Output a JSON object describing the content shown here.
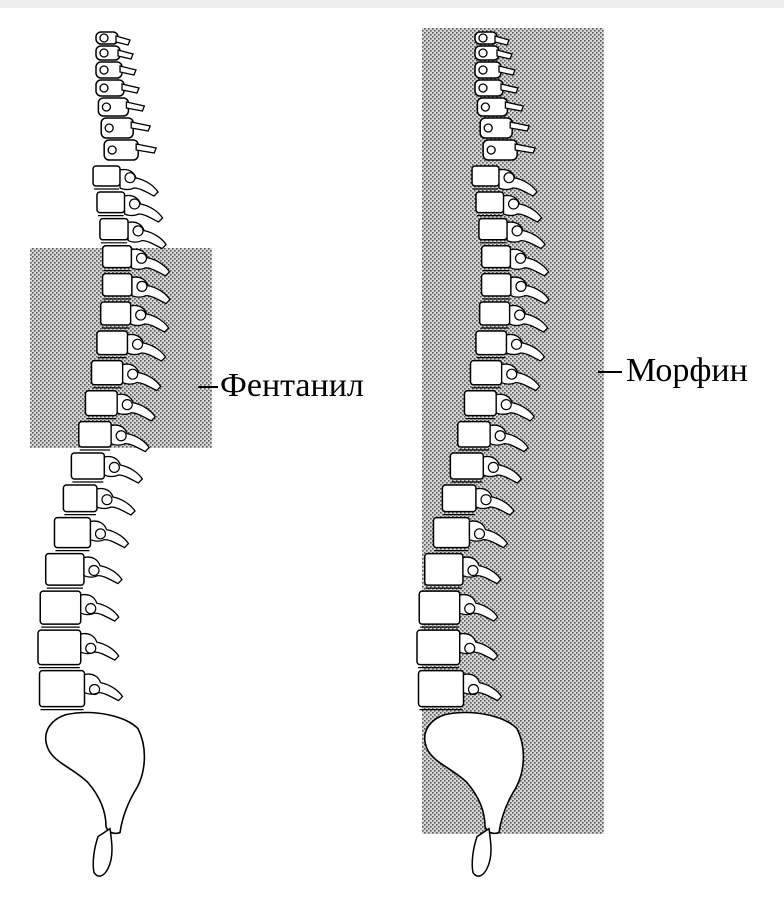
{
  "diagram": {
    "panels": [
      {
        "label": "Фентанил",
        "spread_region": "segmental"
      },
      {
        "label": "Морфин",
        "spread_region": "extensive"
      }
    ],
    "colors": {
      "spread_shading": "#9a9a9a",
      "outline": "#000000",
      "bone_fill": "#ffffff",
      "background": "#ffffff"
    },
    "icons": [
      "spine-illustration"
    ]
  }
}
